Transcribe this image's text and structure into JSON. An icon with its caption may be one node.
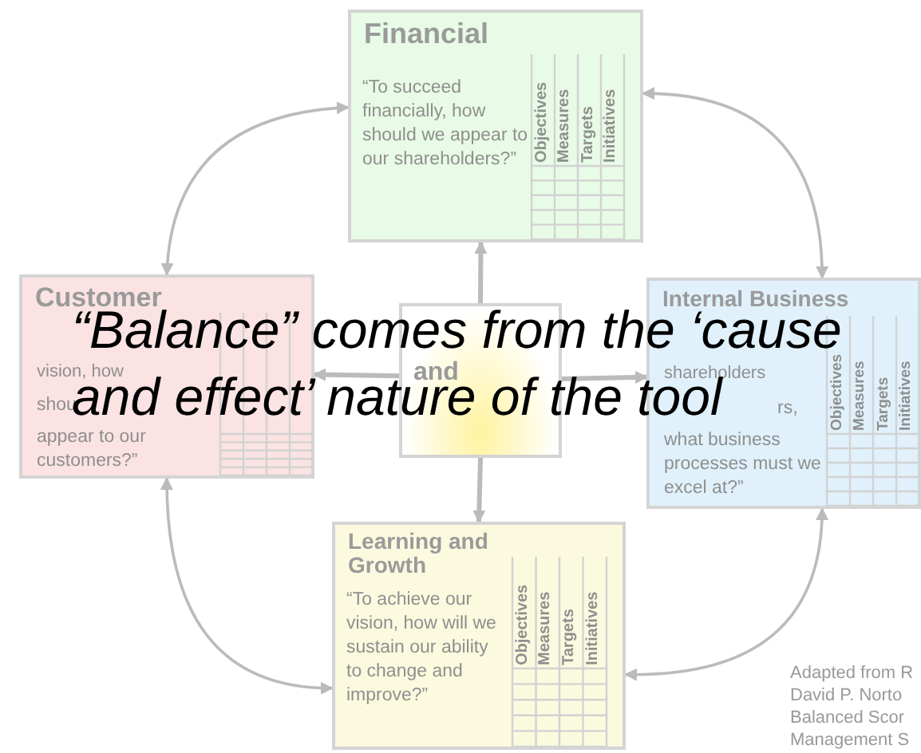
{
  "diagram": {
    "nodes": [
      {
        "text": [
          "Financial",
          "“To succeed financially, how should we appear to our shareholders?”",
          "Objectives",
          "Measures",
          "Targets",
          "Initiatives"
        ]
      },
      {
        "text": [
          "Customer",
          "vision, how",
          "shou",
          "appear to our customers?”"
        ]
      },
      {
        "text": [
          "and"
        ]
      },
      {
        "text": [
          "Internal Business",
          "shareholders",
          "rs,",
          "what business processes must we excel at?”",
          "Objectives",
          "Measures",
          "Targets",
          "Initiatives"
        ]
      },
      {
        "text": [
          "Learning and Growth",
          "“To achieve our vision, how will we sustain our ability to change and improve?”",
          "Objectives",
          "Measures",
          "Targets",
          "Initiatives"
        ]
      }
    ],
    "edges": [
      {
        "from": 2,
        "to": 0,
        "arrow": "to"
      },
      {
        "from": 2,
        "to": 1,
        "arrow": "to"
      },
      {
        "from": 2,
        "to": 3,
        "arrow": "to"
      },
      {
        "from": 2,
        "to": 4,
        "arrow": "to"
      },
      {
        "from": 1,
        "to": 0,
        "arrow": "both"
      },
      {
        "from": 0,
        "to": 3,
        "arrow": "both"
      },
      {
        "from": 3,
        "to": 4,
        "arrow": "both"
      },
      {
        "from": 1,
        "to": 4,
        "arrow": "both"
      }
    ],
    "labels": [
      "“Balance” comes from the ‘cause and effect’ nature of the tool",
      "Adapted from R",
      "David P. Norto",
      "Balanced Scor",
      "Management S"
    ]
  }
}
